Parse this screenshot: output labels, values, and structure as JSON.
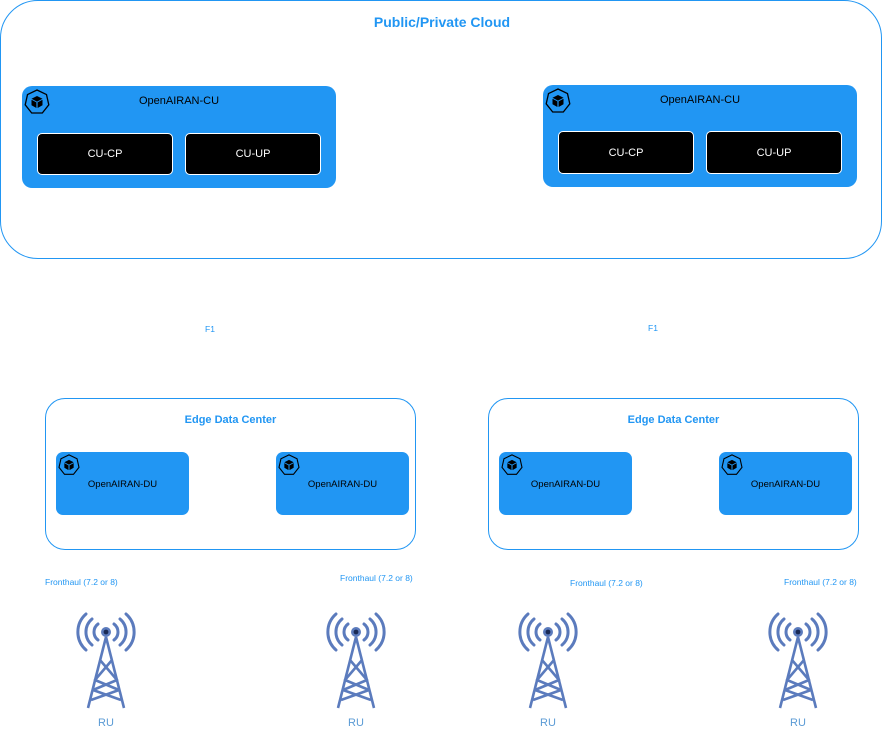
{
  "cloud": {
    "title": "Public/Private Cloud"
  },
  "cu_units": [
    {
      "title": "OpenAIRAN-CU",
      "cp": "CU-CP",
      "up": "CU-UP"
    },
    {
      "title": "OpenAIRAN-CU",
      "cp": "CU-CP",
      "up": "CU-UP"
    }
  ],
  "interfaces": {
    "f1_left": "F1",
    "f1_right": "F1"
  },
  "edge_centers": [
    {
      "title": "Edge Data Center",
      "du": [
        "OpenAIRAN-DU",
        "OpenAIRAN-DU"
      ]
    },
    {
      "title": "Edge Data Center",
      "du": [
        "OpenAIRAN-DU",
        "OpenAIRAN-DU"
      ]
    }
  ],
  "fronthaul": [
    "Fronthaul (7.2 or 8)",
    "Fronthaul (7.2 or 8)",
    "Fronthaul (7.2 or 8)",
    "Fronthaul (7.2 or 8)"
  ],
  "radio_units": [
    "RU",
    "RU",
    "RU",
    "RU"
  ],
  "colors": {
    "accent": "#2196f3",
    "component": "#000000",
    "tower": "#5b7bbd"
  },
  "icons": {
    "cluster": "kubernetes-cube-icon",
    "tower": "radio-tower-icon"
  }
}
